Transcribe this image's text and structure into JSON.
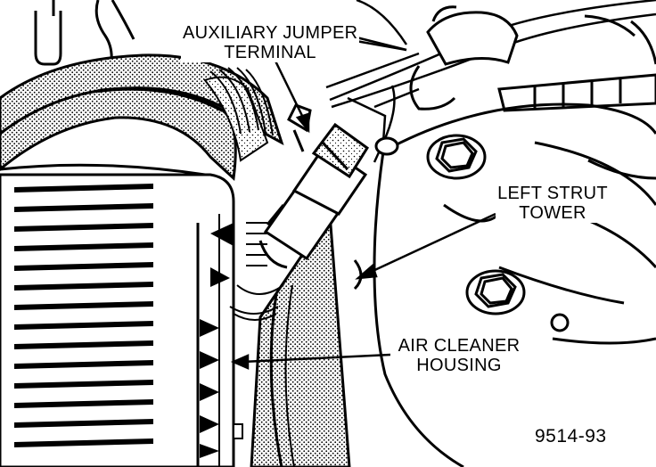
{
  "labels": {
    "auxiliary_jumper_terminal": [
      "AUXILIARY JUMPER",
      "TERMINAL"
    ],
    "left_strut_tower": [
      "LEFT STRUT",
      "TOWER"
    ],
    "air_cleaner_housing": [
      "AIR CLEANER",
      "HOUSING"
    ]
  },
  "figure_number": "9514-93"
}
